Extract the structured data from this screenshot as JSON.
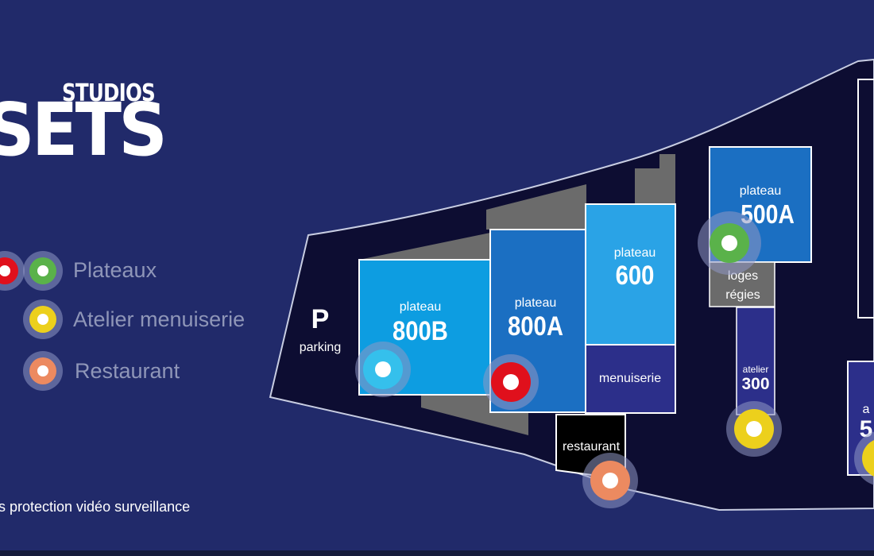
{
  "logo": {
    "line1": "STUDIOS",
    "line2": "SETS"
  },
  "colors": {
    "background": "#212a6a",
    "site_fill": "#0d0d32",
    "outline": "#c8cde2",
    "gray_block": "#6b6b6b",
    "plateaux_red": "#e0101c",
    "plateaux_green": "#5ab24a",
    "plateaux_cyan": "#35c0ec",
    "atelier_yellow": "#ecd01c",
    "restaurant_orange": "#ec8a60"
  },
  "legend": {
    "plateaux": "Plateaux",
    "atelier_menuiserie": "Atelier menuiserie",
    "restaurant": "Restaurant"
  },
  "map": {
    "parking": {
      "symbol": "P",
      "label": "parking"
    },
    "plateau_800b": {
      "label": "plateau",
      "number": "800B"
    },
    "plateau_800a": {
      "label": "plateau",
      "number": "800A"
    },
    "plateau_600": {
      "label": "plateau",
      "number": "600"
    },
    "plateau_500a": {
      "label": "plateau",
      "number": "500A"
    },
    "menuiserie": {
      "label": "menuiserie"
    },
    "restaurant": {
      "label": "restaurant"
    },
    "loges": {
      "line1": "loges",
      "line2": "régies"
    },
    "atelier_300": {
      "label": "atelier",
      "number": "300"
    },
    "partial_right": {
      "label_fragment": "a",
      "number_fragment": "5"
    }
  },
  "footer": {
    "text": "s protection vidéo surveillance"
  }
}
